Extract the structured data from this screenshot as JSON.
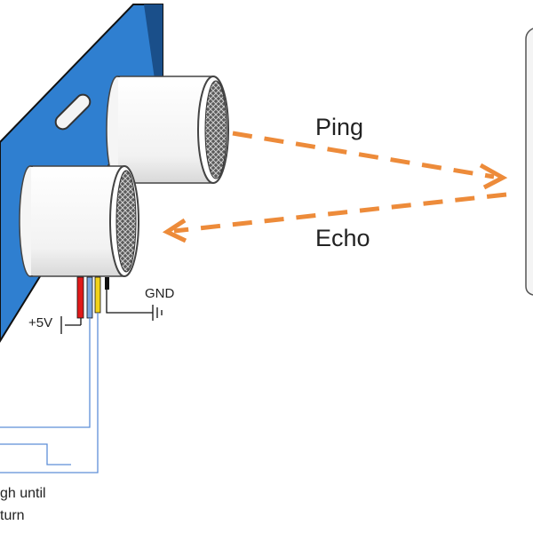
{
  "labels": {
    "ping": "Ping",
    "echo": "Echo",
    "gnd": "GND",
    "vcc": "+5V",
    "note_line1": "gh until",
    "note_line2": "turn"
  },
  "colors": {
    "board": "#2F7FD0",
    "board_edge": "#1a1a1a",
    "transducer_body": "#ffffff",
    "mesh": "#4a4a4a",
    "arrow": "#ED8B3A",
    "wire_vcc": "#E0191A",
    "wire_signal": "#5E8FD8",
    "wire_trigger": "#F2D21B",
    "wire_gnd": "#111111",
    "signal_line": "#5E8FD8",
    "object_fill": "#f4f4f4",
    "object_stroke": "#555555"
  },
  "icons": [
    "ultrasonic-sensor-board",
    "transducer",
    "ground-symbol",
    "battery-symbol",
    "reflecting-object"
  ]
}
